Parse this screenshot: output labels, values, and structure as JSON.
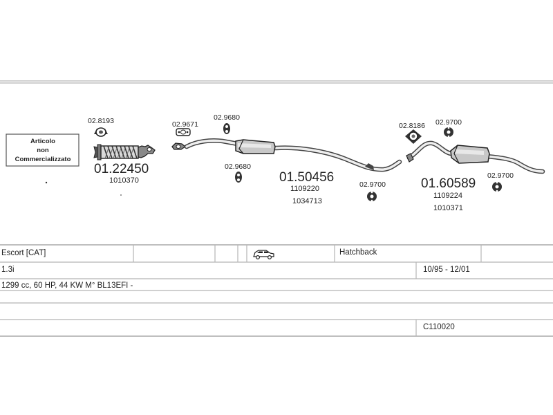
{
  "notice": {
    "line1": "Articolo",
    "line2": "non",
    "line3": "Commercializzato"
  },
  "parts": {
    "clamp_front": "02.8193",
    "front_pipe": "01.22450",
    "front_pipe_oe": "1010370",
    "gasket_a": "02.9671",
    "mount_a": "02.9680",
    "mount_b": "02.9680",
    "center_silencer": "01.50456",
    "center_oe_1": "1109220",
    "center_oe_2": "1034713",
    "mount_c": "02.9700",
    "clamp_rear": "02.8186",
    "mount_d": "02.9700",
    "rear_silencer": "01.60589",
    "rear_oe_1": "1109224",
    "rear_oe_2": "1010371",
    "mount_e": "02.9700"
  },
  "vehicle": {
    "model": "Escort  [CAT]",
    "body": "Hatchback",
    "engine": "1.3i",
    "years": "10/95 - 12/01",
    "spec": "1299 cc, 60 HP, 44 KW  M° BL13EFI -",
    "code": "C110020",
    "car_icon": "car-icon"
  }
}
